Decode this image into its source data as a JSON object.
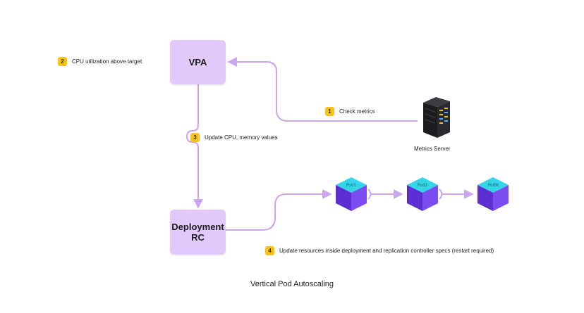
{
  "nodes": {
    "vpa": "VPA",
    "deployment_line1": "Deployment",
    "deployment_line2": "RC"
  },
  "steps": [
    {
      "number": "1",
      "text": "Check metrics"
    },
    {
      "number": "2",
      "text": "CPU utilization above target"
    },
    {
      "number": "3",
      "text": "Update CPU, memory values"
    },
    {
      "number": "4",
      "text": "Update resources inside deployment and replication controller specs (restart required)"
    }
  ],
  "metrics_server": {
    "label": "Metrics Server",
    "icon": "server-icon"
  },
  "pods": [
    {
      "label": "Pod1",
      "icon": "cube-icon"
    },
    {
      "label": "Pod2",
      "icon": "cube-icon"
    },
    {
      "label": "PodN",
      "icon": "cube-icon"
    }
  ],
  "title": "Vertical Pod Autoscaling",
  "colors": {
    "node_fill": "#e2c9fb",
    "connector": "#c9a6ee",
    "badge": "#f7c21a",
    "cube_top": "#33d6e6",
    "cube_left": "#5b2fd0",
    "cube_right": "#7b4cf0"
  }
}
